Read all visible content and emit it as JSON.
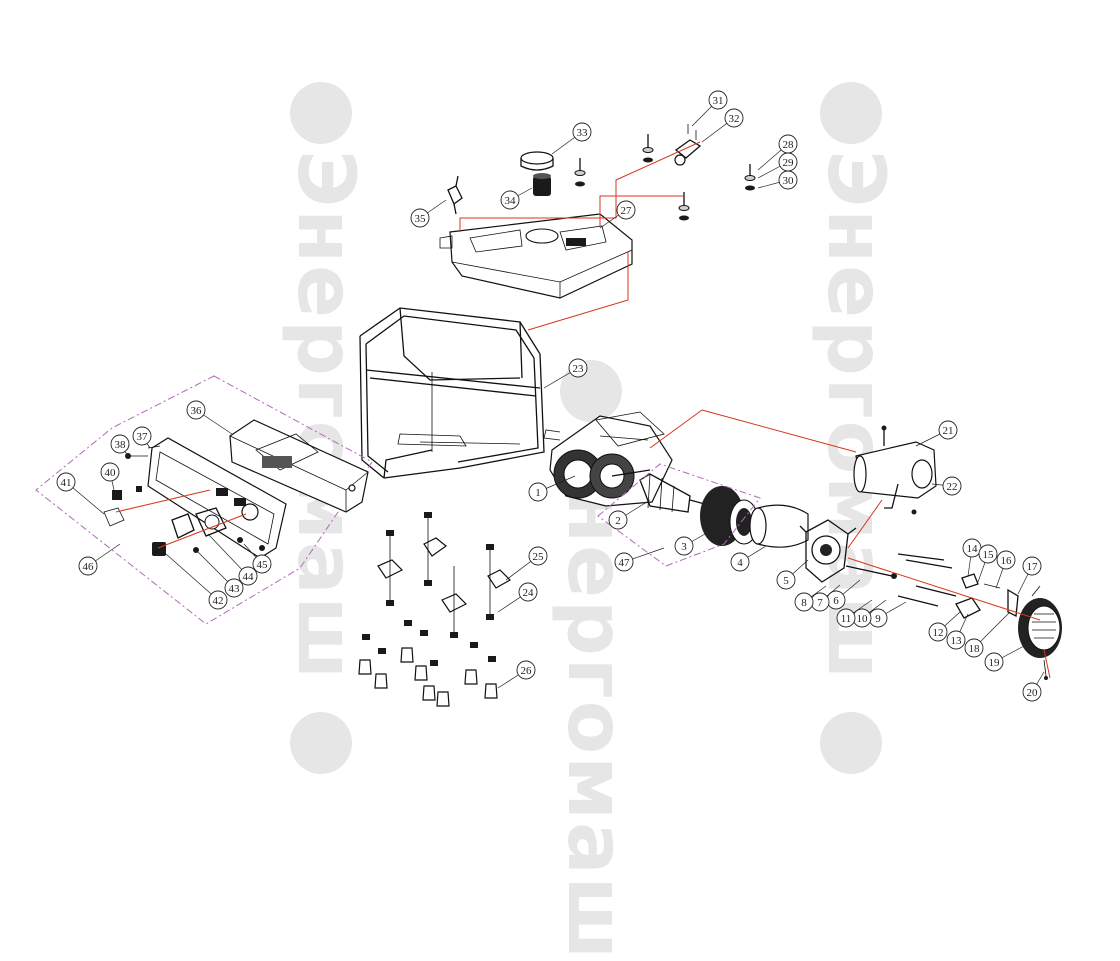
{
  "watermark": {
    "text": "Энергомаш",
    "color": "#e6e6e6"
  },
  "diagram": {
    "type": "exploded-parts-view",
    "accent_color_leaders": "#d8361f",
    "accent_color_groups": "#b06ab8",
    "callouts": [
      "1",
      "2",
      "3",
      "4",
      "5",
      "6",
      "7",
      "8",
      "9",
      "10",
      "11",
      "12",
      "13",
      "14",
      "15",
      "16",
      "17",
      "18",
      "19",
      "20",
      "21",
      "22",
      "23",
      "24",
      "25",
      "26",
      "27",
      "28",
      "29",
      "30",
      "31",
      "32",
      "33",
      "34",
      "35",
      "36",
      "37",
      "38",
      "40",
      "41",
      "42",
      "43",
      "44",
      "45",
      "46",
      "47"
    ]
  }
}
